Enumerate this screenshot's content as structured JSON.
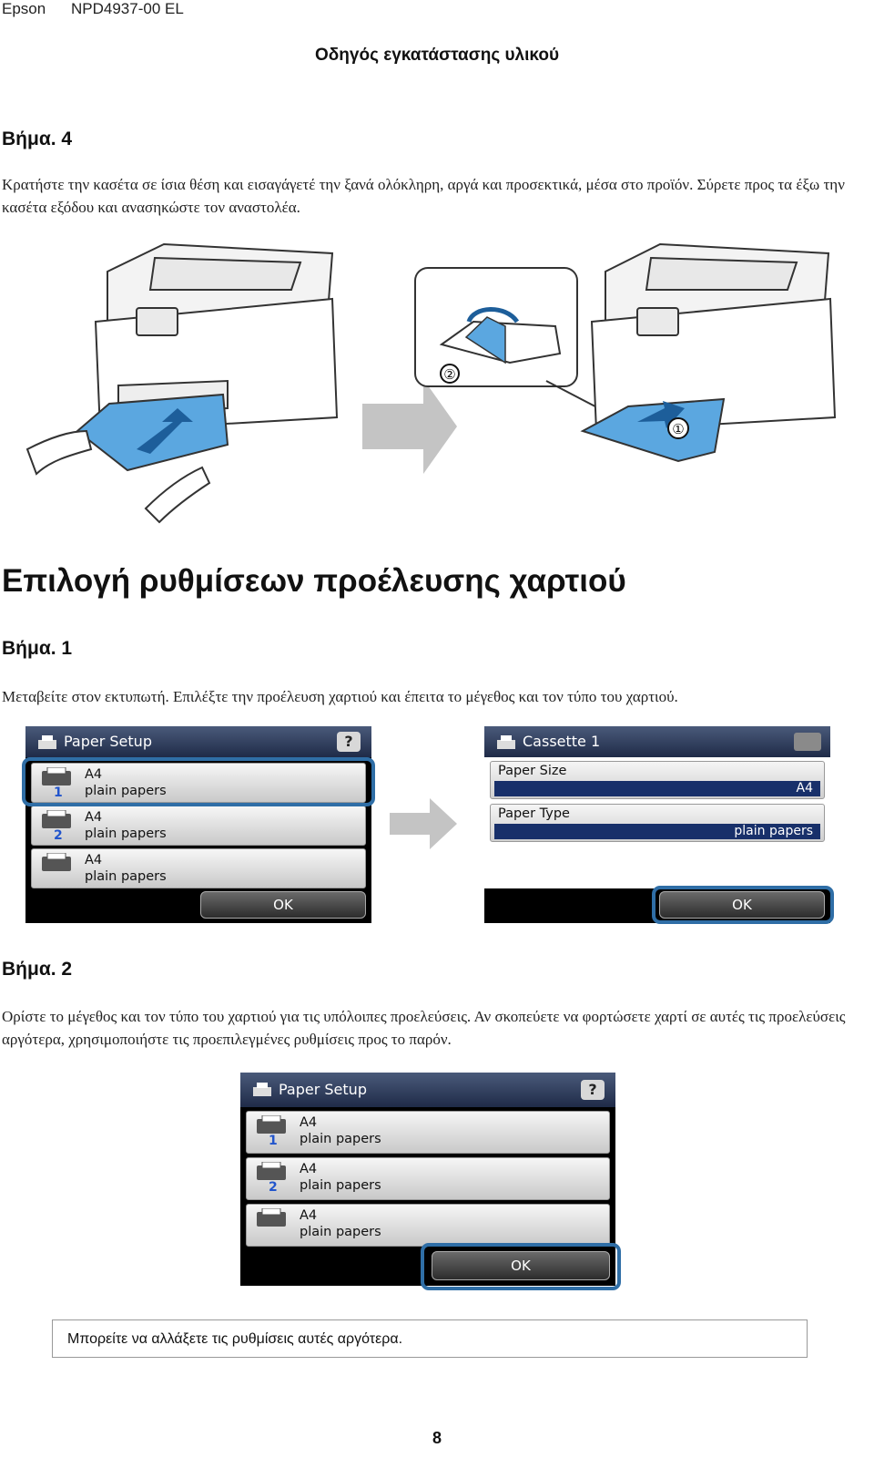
{
  "header": {
    "brand": "Epson",
    "doc_id": "NPD4937-00 EL",
    "doc_title": "Οδηγός εγκατάστασης υλικού"
  },
  "step4": {
    "heading": "Βήμα. 4",
    "text": "Κρατήστε την κασέτα σε ίσια θέση και εισαγάγετέ την ξανά ολόκληρη, αργά και προσεκτικά, μέσα στο προϊόν. Σύρετε προς τα έξω την κασέτα εξόδου και ανασηκώστε τον αναστολέα.",
    "callout_1": "①",
    "callout_2": "②"
  },
  "section": {
    "title": "Επιλογή ρυθμίσεων προέλευσης χαρτιού"
  },
  "step1": {
    "heading": "Βήμα. 1",
    "text": "Μεταβείτε στον εκτυπωτή. Επιλέξτε την προέλευση χαρτιού και έπειτα το μέγεθος και τον τύπο του χαρτιού."
  },
  "paper_setup": {
    "title": "Paper Setup",
    "help": "?",
    "trays": [
      {
        "size": "A4",
        "type": "plain papers",
        "num": "1"
      },
      {
        "size": "A4",
        "type": "plain papers",
        "num": "2"
      },
      {
        "size": "A4",
        "type": "plain papers",
        "num": ""
      }
    ],
    "ok": "OK"
  },
  "cassette": {
    "title": "Cassette 1",
    "paper_size_label": "Paper Size",
    "paper_size_value": "A4",
    "paper_type_label": "Paper Type",
    "paper_type_value": "plain papers",
    "ok": "OK"
  },
  "step2": {
    "heading": "Βήμα. 2",
    "text": "Ορίστε το μέγεθος και τον τύπο του χαρτιού για τις υπόλοιπες προελεύσεις. Αν σκοπεύετε να φορτώσετε χαρτί σε αυτές τις προελεύσεις αργότερα, χρησιμοποιήστε τις προεπιλεγμένες ρυθμίσεις προς το παρόν."
  },
  "note": {
    "text": "Μπορείτε να αλλάξετε τις ρυθμίσεις αυτές αργότερα."
  },
  "page_number": "8",
  "colors": {
    "highlight": "#2f6ea6",
    "value_bar": "#18306a",
    "tray_blue": "#5ba7e0",
    "arrow_grey": "#c4c4c4"
  }
}
